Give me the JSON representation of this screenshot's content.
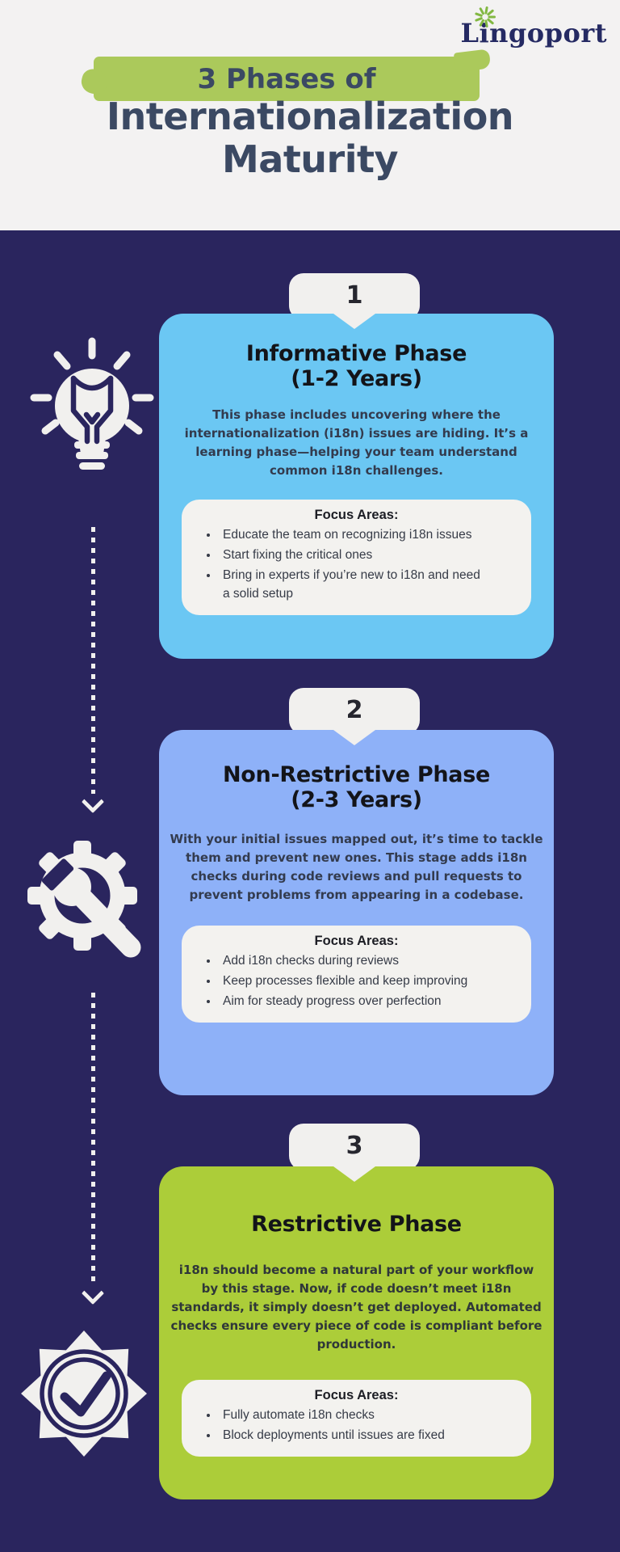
{
  "brand": {
    "name": "Lingoport",
    "logo_icon": "starburst-icon"
  },
  "header": {
    "kicker": "3 Phases of",
    "title_line1": "Internationalization",
    "title_line2": "Maturity"
  },
  "colors": {
    "background_navy": "#2a255e",
    "header_background": "#f3f2f2",
    "brush_green": "#abc95b",
    "heading_navy": "#3b4963",
    "logo_navy": "#252a63",
    "card_blue": "#6bc7f3",
    "card_periwinkle": "#8eb1f8",
    "card_green": "#accd39",
    "panel_offwhite": "#f3f2ef",
    "icon_offwhite": "#f1f0ee"
  },
  "phases": [
    {
      "number": "1",
      "icon": "lightbulb-icon",
      "title": "Informative Phase",
      "subtitle": "(1-2 Years)",
      "description": "This phase includes uncovering where the internationalization (i18n) issues are hiding. It’s a learning phase—helping your team understand common i18n challenges.",
      "focus_label": "Focus Areas:",
      "focus_items": [
        "Educate the team on recognizing i18n issues",
        "Start fixing the critical ones",
        "Bring in experts if you’re new to i18n and need a solid setup"
      ],
      "card_color": "#6bc7f3"
    },
    {
      "number": "2",
      "icon": "gear-wrench-icon",
      "title": "Non-Restrictive Phase",
      "subtitle": "(2-3 Years)",
      "description": "With your initial issues mapped out, it’s time to tackle them and prevent new ones. This stage adds i18n checks during code reviews and pull requests to prevent problems from appearing in a codebase.",
      "focus_label": "Focus Areas:",
      "focus_items": [
        "Add i18n checks during reviews",
        "Keep processes flexible and keep improving",
        "Aim for steady progress over perfection"
      ],
      "card_color": "#8eb1f8"
    },
    {
      "number": "3",
      "icon": "badge-check-icon",
      "title": "Restrictive Phase",
      "subtitle": "",
      "description": "i18n should become a natural part of your workflow by this stage. Now, if code doesn’t meet i18n standards, it simply doesn’t get deployed. Automated checks ensure every piece of code is compliant before production.",
      "focus_label": "Focus Areas:",
      "focus_items": [
        "Fully automate i18n checks",
        "Block deployments until issues are fixed"
      ],
      "card_color": "#accd39"
    }
  ]
}
